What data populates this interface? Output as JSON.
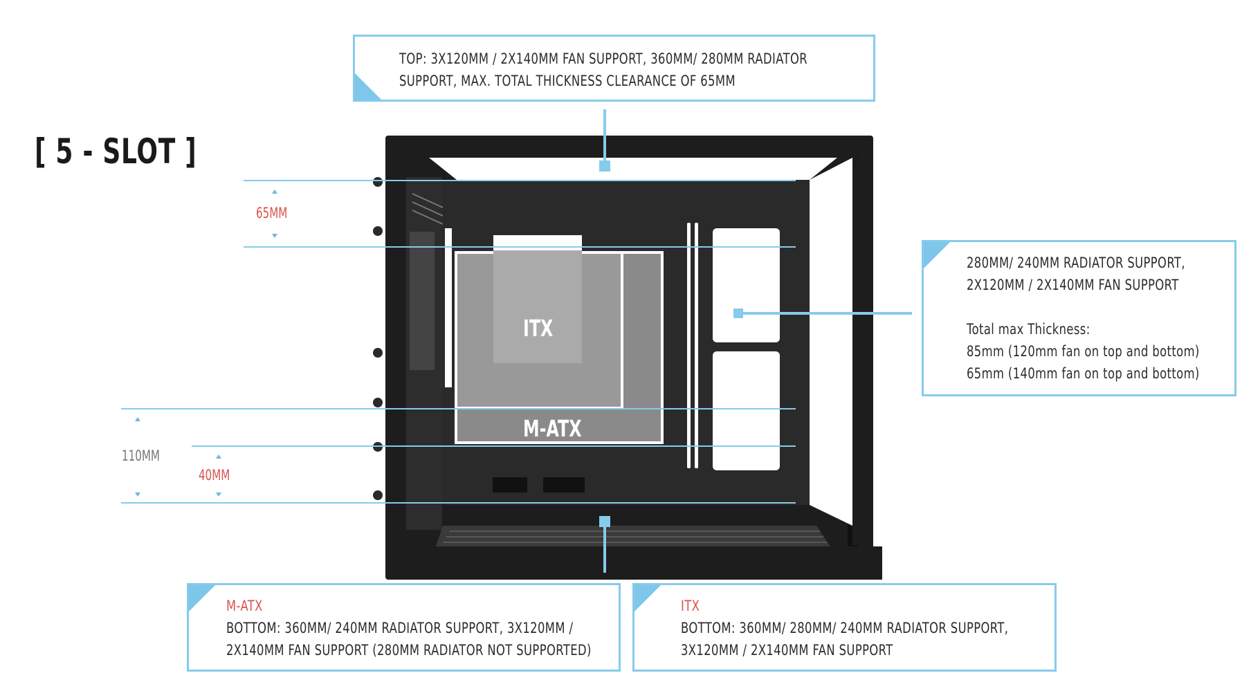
{
  "slot_title": "[ 5 - SLOT ]",
  "top_box": {
    "line1": "TOP: 3X120MM / 2X140MM FAN SUPPORT, 360MM/ 280MM RADIATOR",
    "line2": "SUPPORT, MAX. TOTAL THICKNESS CLEARANCE OF 65MM"
  },
  "side_box": {
    "line1": "280MM/ 240MM RADIATOR SUPPORT,",
    "line2": "2X120MM / 2X140MM FAN SUPPORT",
    "line3": "Total max Thickness:",
    "line4": "85mm (120mm fan on top and bottom)",
    "line5": "65mm (140mm fan on top and bottom)"
  },
  "matx_box": {
    "title": "M-ATX",
    "line1": "BOTTOM: 360MM/ 240MM RADIATOR SUPPORT, 3X120MM /",
    "line2": "2X140MM FAN SUPPORT (280MM RADIATOR NOT SUPPORTED)"
  },
  "itx_box": {
    "title": "ITX",
    "line1": "BOTTOM: 360MM/ 280MM/ 240MM RADIATOR SUPPORT,",
    "line2": "3X120MM / 2X140MM FAN SUPPORT"
  },
  "dimensions": {
    "top": "65MM",
    "bottom_total": "110MM",
    "bottom_inner": "40MM"
  },
  "board_labels": {
    "itx": "ITX",
    "matx": "M-ATX"
  },
  "colors": {
    "accent_blue": "#86cbeb",
    "dimension_red": "#d9534f",
    "case_black": "#1d1d1d"
  }
}
